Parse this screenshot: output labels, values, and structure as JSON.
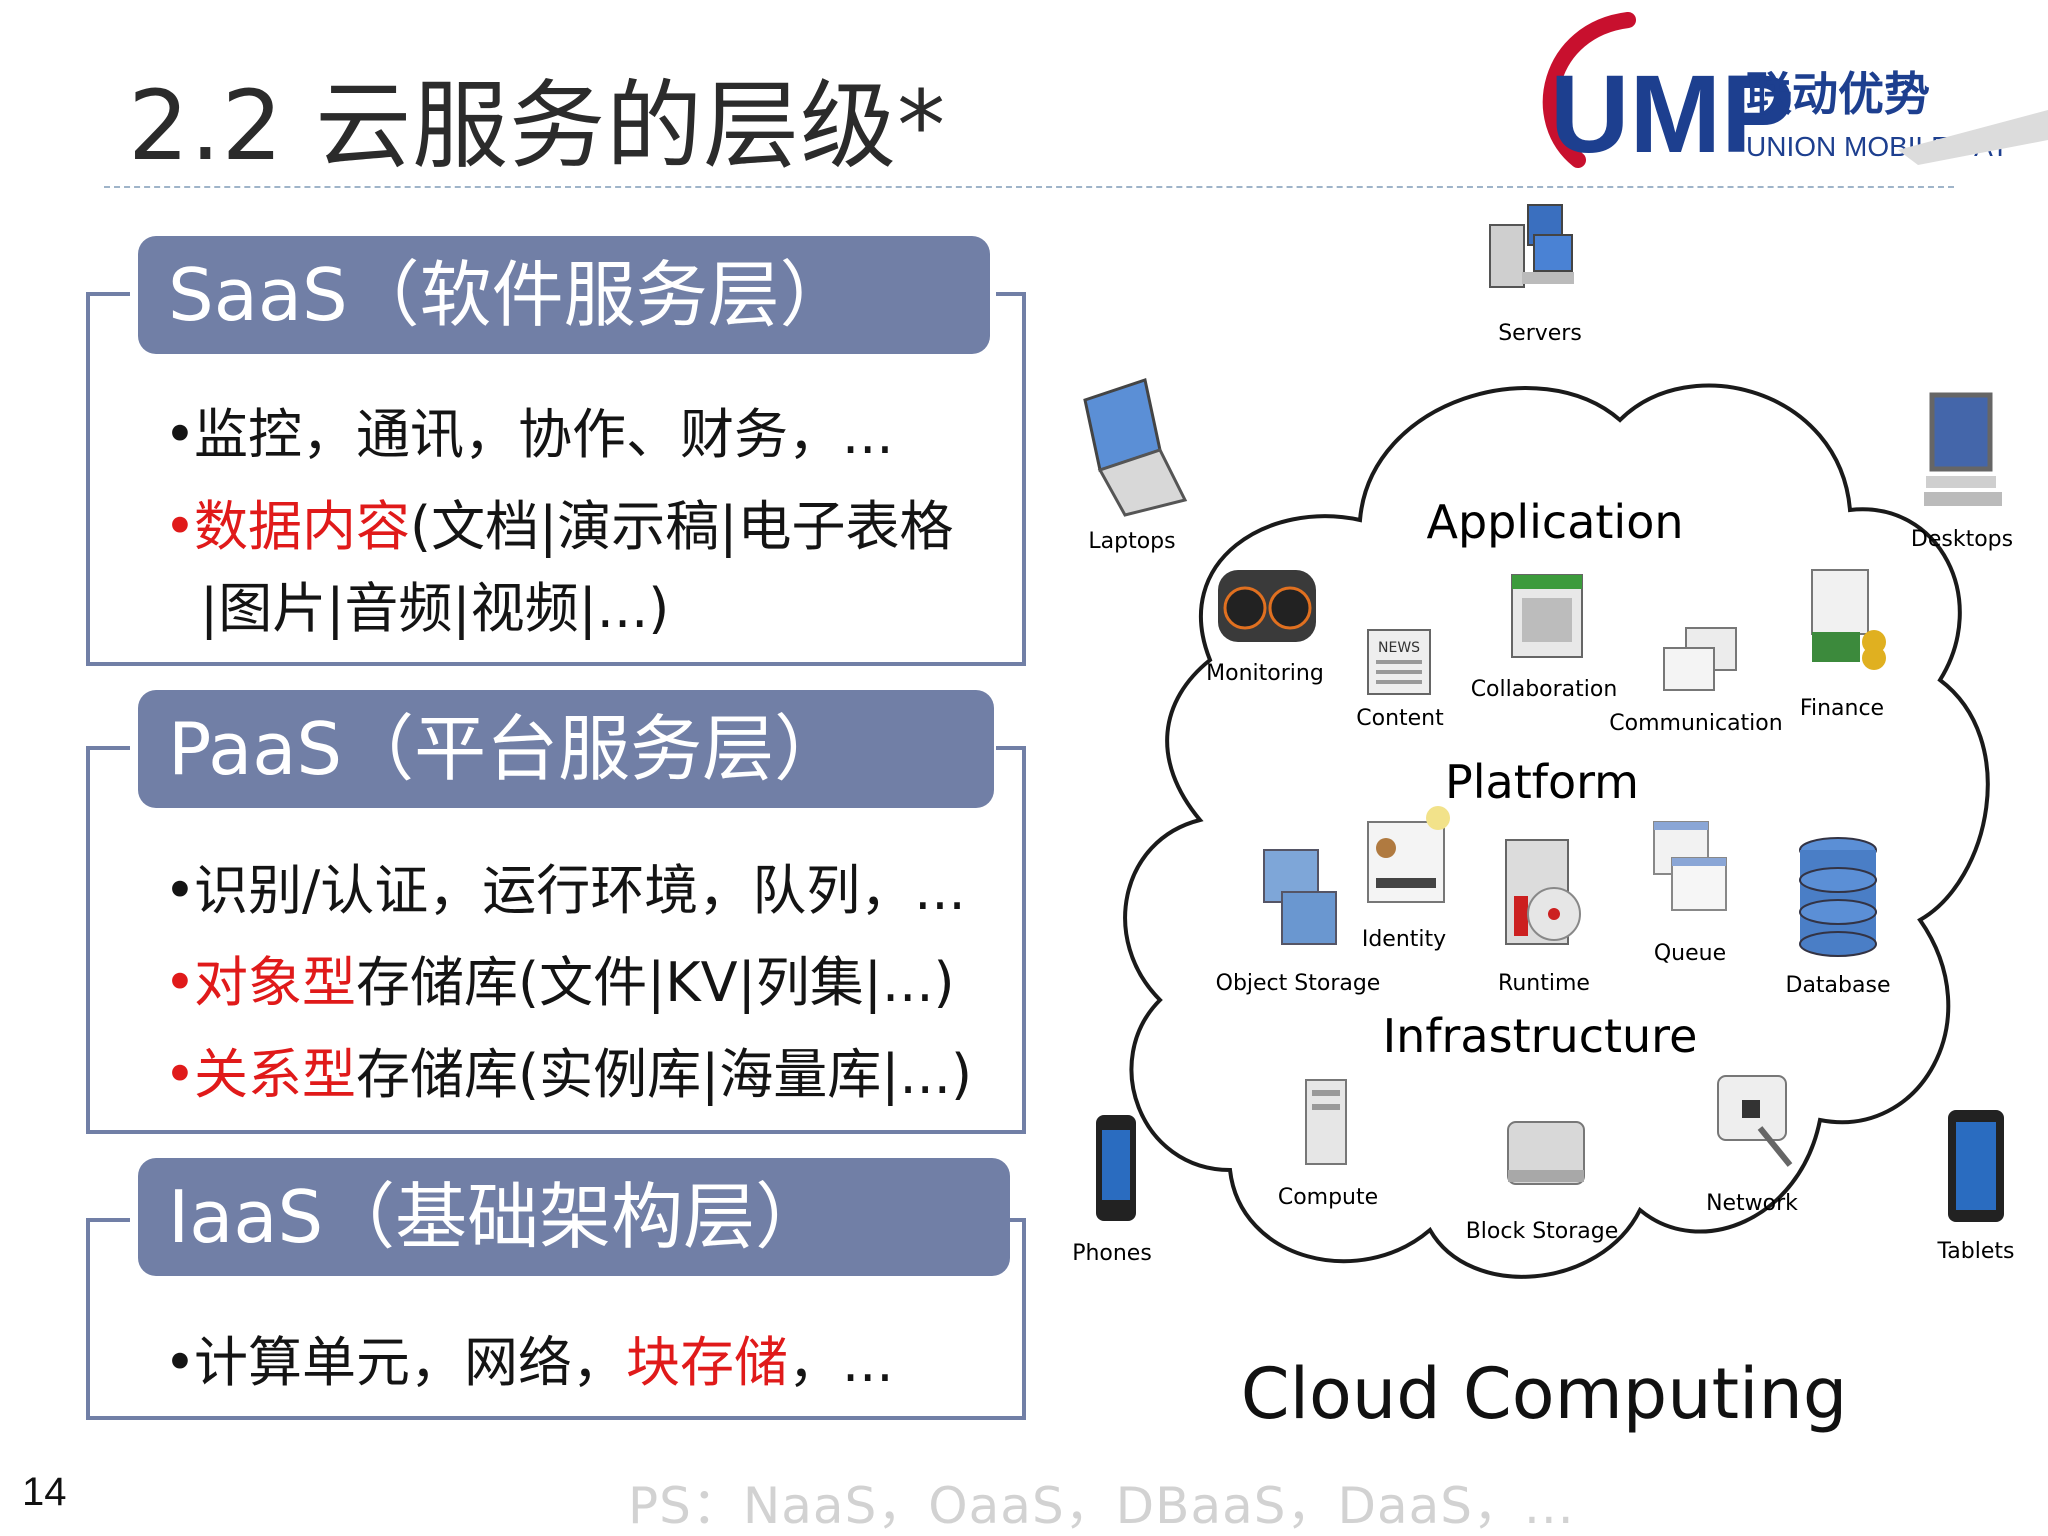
{
  "slide": {
    "title": "2.2 云服务的层级*",
    "page_number": "14",
    "footnote": "PS：NaaS，OaaS，DBaaS，DaaS，..."
  },
  "logo": {
    "brand": "UMP",
    "name_cn": "联动优势",
    "name_en": "UNION MOBILE PAY"
  },
  "layers": {
    "saas": {
      "label": "SaaS（软件服务层）",
      "items": [
        {
          "text": "监控，通讯，协作、财务，..."
        },
        {
          "highlight": "数据内容",
          "text": "(文档|演示稿|电子表格",
          "continuation": "|图片|音频|视频|...)"
        }
      ]
    },
    "paas": {
      "label": "PaaS（平台服务层）",
      "items": [
        {
          "text": "识别/认证，运行环境，队列，..."
        },
        {
          "highlight": "对象型",
          "text": "存储库(文件|KV|列集|...)"
        },
        {
          "highlight": "关系型",
          "text": "存储库(实例库|海量库|...)"
        }
      ]
    },
    "iaas": {
      "label": "IaaS（基础架构层）",
      "items": [
        {
          "before": "计算单元，网络，",
          "highlight": "块存储",
          "after": "，..."
        }
      ]
    }
  },
  "diagram": {
    "caption": "Cloud Computing",
    "sections": {
      "application": "Application",
      "platform": "Platform",
      "infrastructure": "Infrastructure"
    },
    "devices": {
      "servers": "Servers",
      "laptops": "Laptops",
      "desktops": "Desktops",
      "phones": "Phones",
      "tablets": "Tablets"
    },
    "application_items": {
      "monitoring": "Monitoring",
      "content": "Content",
      "collaboration": "Collaboration",
      "communication": "Communication",
      "finance": "Finance"
    },
    "platform_items": {
      "object_storage": "Object Storage",
      "identity": "Identity",
      "runtime": "Runtime",
      "queue": "Queue",
      "database": "Database"
    },
    "infrastructure_items": {
      "compute": "Compute",
      "block_storage": "Block Storage",
      "network": "Network"
    },
    "news_label": "NEWS"
  },
  "colors": {
    "layer_label_bg": "#717fa6",
    "highlight_red": "#e01a1a",
    "logo_blue": "#1d3f8f",
    "logo_red": "#c8102e"
  }
}
